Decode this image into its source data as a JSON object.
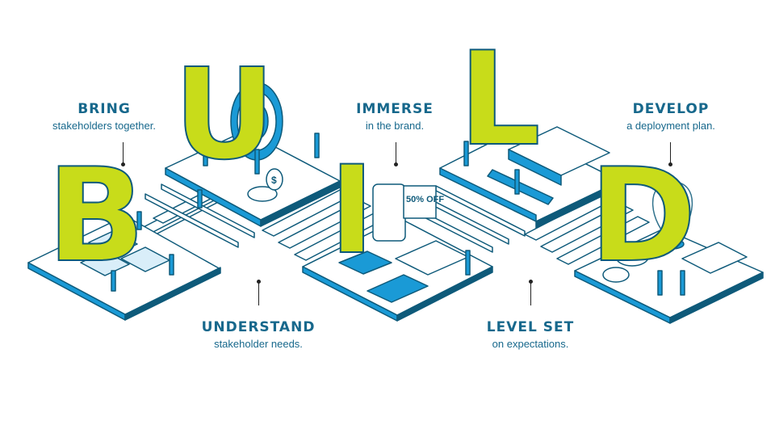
{
  "steps": [
    {
      "letter": "B",
      "title": "BRING",
      "subtitle": "stakeholders together."
    },
    {
      "letter": "U",
      "title": "UNDERSTAND",
      "subtitle": "stakeholder needs."
    },
    {
      "letter": "I",
      "title": "IMMERSE",
      "subtitle": "in the brand."
    },
    {
      "letter": "L",
      "title": "LEVEL SET",
      "subtitle": "on expectations."
    },
    {
      "letter": "D",
      "title": "DEVELOP",
      "subtitle": "a deployment plan."
    }
  ],
  "illustration": {
    "sale_tag": "50% OFF",
    "coin_symbol": "$"
  },
  "colors": {
    "title": "#17688c",
    "accent_lime": "#c8dc1a",
    "accent_blue": "#1a9ad6",
    "outline": "#0e5a7a"
  }
}
